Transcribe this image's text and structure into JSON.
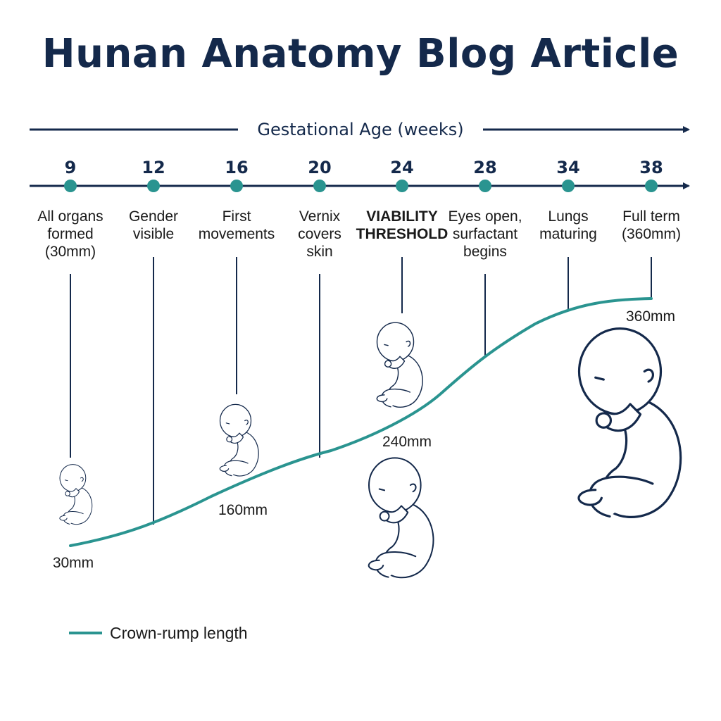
{
  "title": "Hunan Anatomy Blog Article",
  "axis_title": "Gestational Age (weeks)",
  "colors": {
    "navy": "#14294b",
    "teal": "#2a9490",
    "red": "#c6161e"
  },
  "milestones": [
    {
      "week": "9",
      "lines": [
        "All organs",
        "formed",
        "(30mm)"
      ],
      "highlight": false
    },
    {
      "week": "12",
      "lines": [
        "Gender",
        "visible"
      ],
      "highlight": false
    },
    {
      "week": "16",
      "lines": [
        "First",
        "movements"
      ],
      "highlight": false
    },
    {
      "week": "20",
      "lines": [
        "Vernix",
        "covers",
        "skin"
      ],
      "highlight": false
    },
    {
      "week": "24",
      "lines": [
        "VIABILITY",
        "THRESHOLD"
      ],
      "highlight": true
    },
    {
      "week": "28",
      "lines": [
        "Eyes open,",
        "surfactant",
        "begins"
      ],
      "highlight": false
    },
    {
      "week": "34",
      "lines": [
        "Lungs",
        "maturing"
      ],
      "highlight": false
    },
    {
      "week": "38",
      "lines": [
        "Full term",
        "(360mm)"
      ],
      "highlight": false
    }
  ],
  "curve_labels": [
    "30mm",
    "160mm",
    "240mm",
    "360mm"
  ],
  "legend": {
    "label": "Crown-rump length"
  },
  "icons": [
    "fetus-icon"
  ]
}
